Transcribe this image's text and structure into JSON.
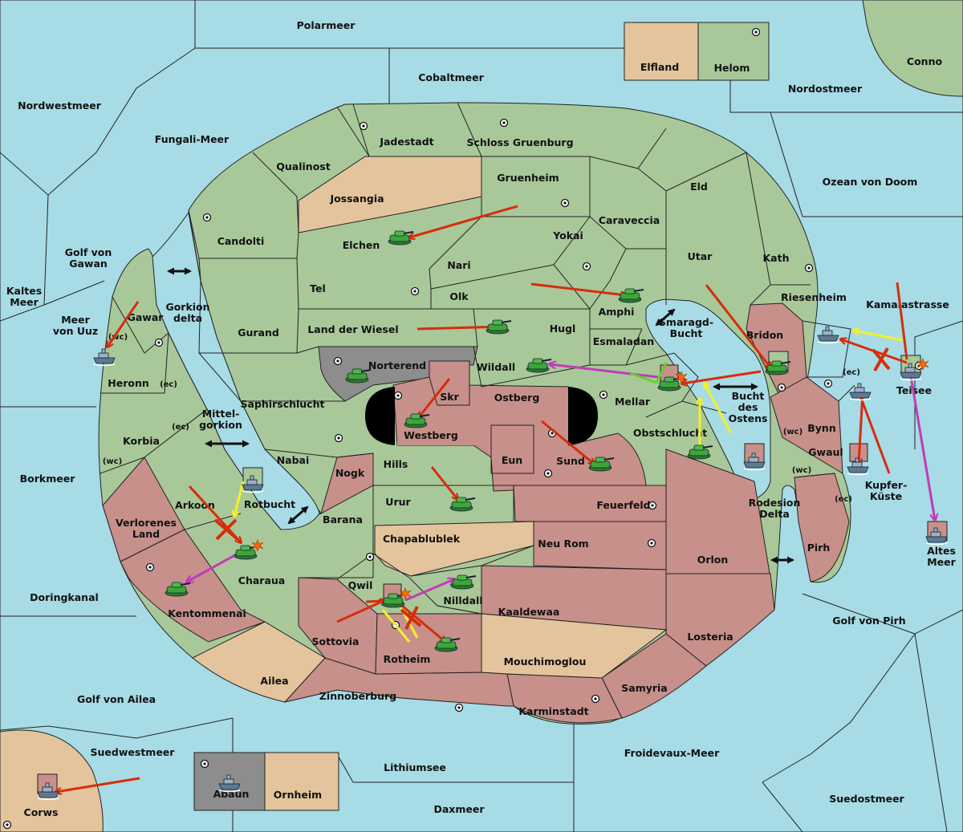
{
  "seas": {
    "polarmeer": "Polarmeer",
    "cobaltmeer": "Cobaltmeer",
    "nordwestmeer": "Nordwestmeer",
    "fungali": "Fungali-Meer",
    "nordostmeer": "Nordostmeer",
    "conno": "Conno",
    "ozean": "Ozean von Doom",
    "golf_gawan": "Golf von\nGawan",
    "kaltes": "Kaltes\nMeer",
    "meer_uuz": "Meer\nvon Uuz",
    "gorkion": "Gorkion\ndelta",
    "mittelgorkion": "Mittel-\ngorkion",
    "borkmeer": "Borkmeer",
    "doringkanal": "Doringkanal",
    "golf_ailea": "Golf von Ailea",
    "suedwestmeer": "Suedwestmeer",
    "lithiumsee": "Lithiumsee",
    "daxmeer": "Daxmeer",
    "froidevaux": "Froidevaux-Meer",
    "suedostmeer": "Suedostmeer",
    "golf_pirh": "Golf von Pirh",
    "altes": "Altes\nMeer",
    "kamalastrasse": "Kamalastrasse",
    "kupferkueste": "Kupfer-\nKüste",
    "smaragd": "Smaragd-\nBucht",
    "bucht_ostens": "Bucht\ndes\nOstens",
    "rotbucht": "Rotbucht",
    "rodesion": "Rodesion\nDelta"
  },
  "lands": {
    "elfland": "Elfland",
    "helom": "Helom",
    "jadestadt": "Jadestadt",
    "schloss": "Schloss Gruenburg",
    "qualinost": "Qualinost",
    "jossangia": "Jossangia",
    "gruenheim": "Gruenheim",
    "eld": "Eld",
    "candolti": "Candolti",
    "elchen": "Elchen",
    "caraveccia": "Caraveccia",
    "yokai": "Yokai",
    "utar": "Utar",
    "kath": "Kath",
    "nari": "Nari",
    "tel": "Tel",
    "olk": "Olk",
    "amphi": "Amphi",
    "riesenheim": "Riesenheim",
    "gurand": "Gurand",
    "land_wiesel": "Land der Wiesel",
    "hugl": "Hugl",
    "esmaladan": "Esmaladan",
    "bridon": "Bridon",
    "gawar": "Gawar",
    "heronn": "Heronn",
    "korbia": "Korbia",
    "norterend": "Norterend",
    "wildall": "Wildall",
    "skr": "Skr",
    "ostberg": "Ostberg",
    "mellar": "Mellar",
    "saphirschlucht": "Saphirschlucht",
    "westberg": "Westberg",
    "obstschlucht": "Obstschlucht",
    "bynn": "Bynn",
    "teisee": "Teisee",
    "nabai": "Nabai",
    "hills": "Hills",
    "eun": "Eun",
    "sund": "Sund",
    "gwaul": "Gwaul",
    "nogk": "Nogk",
    "arkoon": "Arkoon",
    "urur": "Urur",
    "feuerfeld": "Feuerfeld",
    "barana": "Barana",
    "verlorenes": "Verlorenes\nLand",
    "chapablublek": "Chapablublek",
    "neu_rom": "Neu Rom",
    "orlon": "Orlon",
    "pirh": "Pirh",
    "charaua": "Charaua",
    "qwil": "Qwil",
    "nilldall": "Nilldall",
    "kentommenai": "Kentommenai",
    "kaaldewaa": "Kaaldewaa",
    "sottovia": "Sottovia",
    "rotheim": "Rotheim",
    "mouchimoglou": "Mouchimoglou",
    "losteria": "Losteria",
    "ailea": "Ailea",
    "samyria": "Samyria",
    "zinnoberburg": "Zinnoberburg",
    "karminstadt": "Karminstadt",
    "abaun": "Abaun",
    "ornheim": "Ornheim",
    "corws": "Corws"
  },
  "coasts": {
    "wc": "(wc)",
    "ec": "(ec)"
  },
  "colors": {
    "sea": "#a7dbe6",
    "neutral": "#a9c89a",
    "red_power": "#c7908b",
    "tan_power": "#e3c49c",
    "grey_power": "#8d8d8d",
    "move_order": "#d62d0c",
    "support_order": "#f4f02a",
    "retreat_order": "#c23ab9",
    "convoy_order": "#63d12a",
    "tank_unit": "#3fa43a",
    "fleet_unit": "#7a8fa8",
    "dislodged": "#ff6a00"
  },
  "icons": [
    "supply-center-icon",
    "tank-unit-icon",
    "fleet-unit-icon",
    "dislodged-burst-icon",
    "failed-order-cross-icon",
    "canal-passage-arrow-icon"
  ]
}
